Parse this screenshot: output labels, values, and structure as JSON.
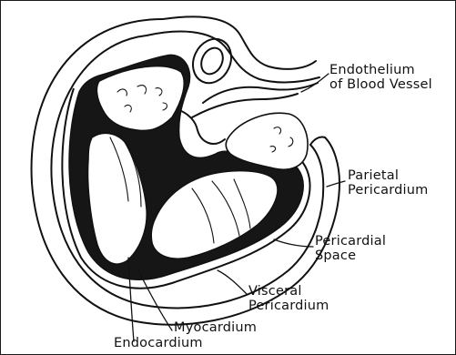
{
  "labels": {
    "endothelium_line1": "Endothelium",
    "endothelium_line2": "of Blood Vessel",
    "parietal_line1": "Parietal",
    "parietal_line2": "Pericardium",
    "space_line1": "Pericardial",
    "space_line2": "Space",
    "visceral_line1": "Visceral",
    "visceral_line2": "Pericardium",
    "myocardium": "Myocardium",
    "endocardium": "Endocardium"
  },
  "colors": {
    "ink": "#111111",
    "paper": "#ffffff",
    "myocardium_fill": "#161616"
  }
}
